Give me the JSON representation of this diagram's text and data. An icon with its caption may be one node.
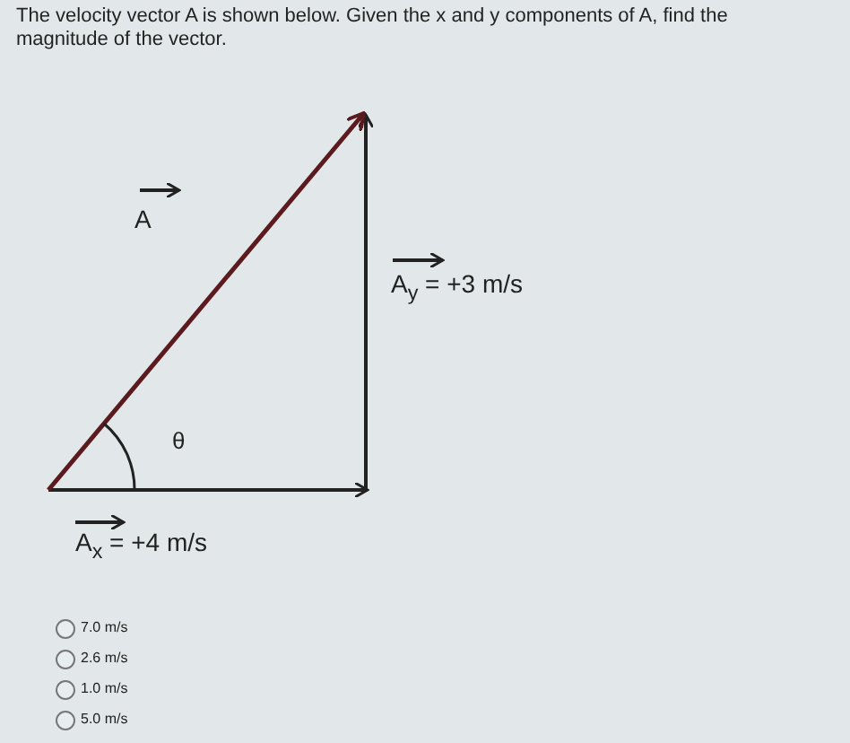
{
  "diagram": {
    "title": "The velocity vector A is shown below. Given the x and y components of A, find the magnitude of the vector.",
    "labels": [
      "A",
      "A$_{y}$ = +3 m/s",
      "θ",
      "A$_{x}$ = +4 m/s",
      "7.0 m/s",
      "2.6 m/s",
      "1.0 m/s",
      "5.0 m/s"
    ]
  }
}
